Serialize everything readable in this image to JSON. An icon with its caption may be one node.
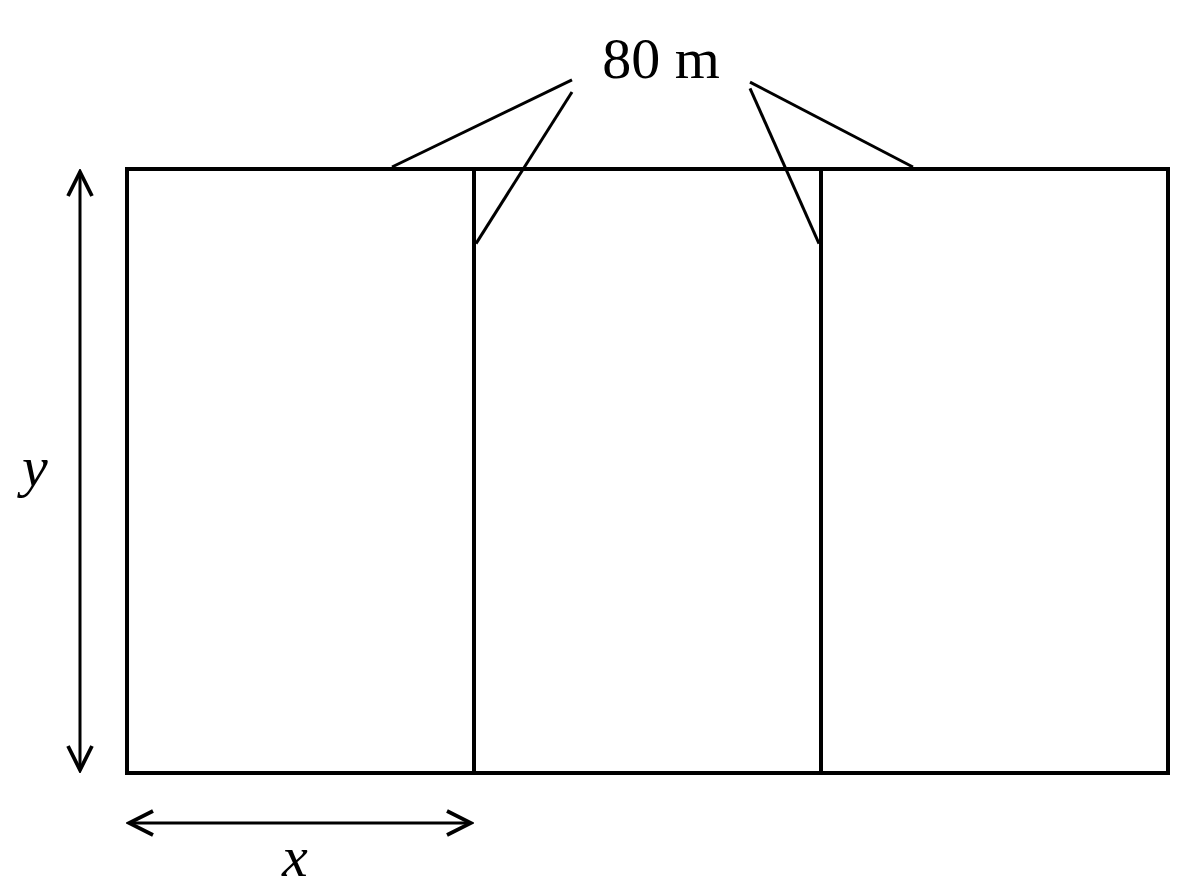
{
  "diagram": {
    "nodes": [
      {
        "text": [
          "80 m"
        ]
      },
      {
        "text": [],
        "shape": "box"
      },
      {
        "text": [],
        "shape": "bar",
        "in": 1
      },
      {
        "text": [],
        "shape": "bar",
        "in": 1
      }
    ],
    "edges": [
      {
        "from": 0,
        "to": 1,
        "arrow": "none"
      },
      {
        "from": 0,
        "to": 2,
        "arrow": "none"
      },
      {
        "from": 0,
        "to": 3,
        "arrow": "none"
      },
      {
        "from": 0,
        "to": 1,
        "arrow": "none"
      }
    ],
    "labels": [
      "y",
      "x"
    ]
  }
}
